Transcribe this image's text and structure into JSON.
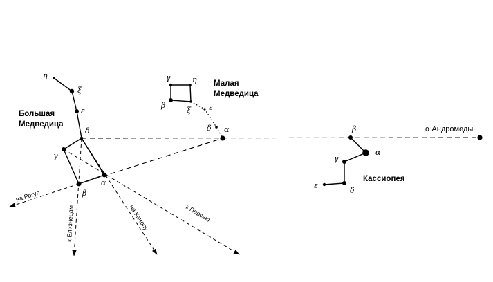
{
  "constellations": {
    "ursa_major": {
      "name_line1": "Большая",
      "name_line2": "Медведица",
      "stars": {
        "eta": "η",
        "xi": "ξ",
        "epsilon": "ε",
        "delta": "δ",
        "gamma": "γ",
        "alpha": "α",
        "beta": "β"
      }
    },
    "ursa_minor": {
      "name_line1": "Малая",
      "name_line2": "Медведица",
      "stars": {
        "gamma": "γ",
        "eta": "η",
        "beta": "β",
        "xi": "ξ",
        "epsilon": "ε",
        "delta": "δ",
        "alpha": "α"
      }
    },
    "cassiopeia": {
      "name": "Кассиопея",
      "stars": {
        "beta": "β",
        "alpha": "α",
        "gamma": "γ",
        "epsilon": "ε",
        "delta": "δ"
      }
    }
  },
  "andromeda_label": "α Андромеды",
  "directions": {
    "regulus": "на Регул",
    "gemini": "к Близнецам",
    "canopus": "на Канопу",
    "perseus": "к Персею"
  }
}
